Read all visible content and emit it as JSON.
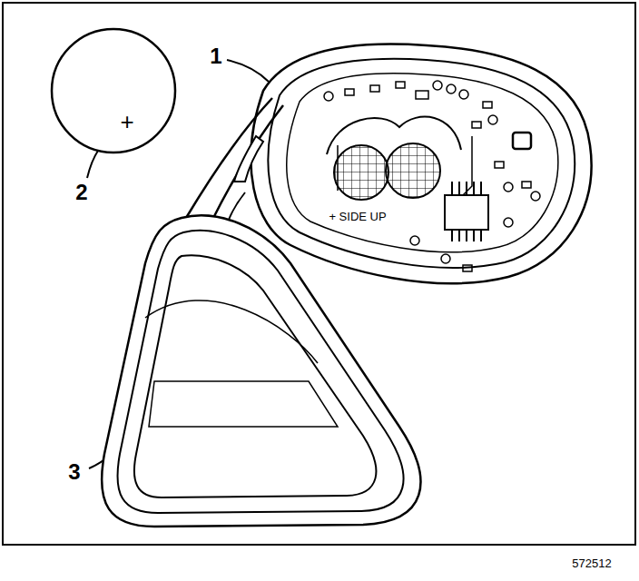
{
  "diagram": {
    "labels": [
      "1",
      "2",
      "+",
      "+ SIDE UP",
      "3",
      "572512"
    ]
  }
}
